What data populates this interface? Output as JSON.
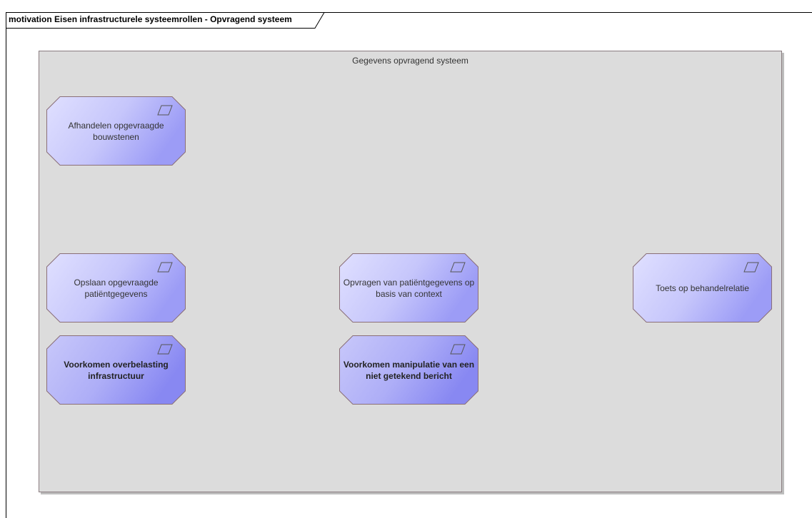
{
  "diagram": {
    "title": "motivation Eisen infrastructurele systeemrollen - Opvragend systeem",
    "group": {
      "label": "Gegevens opvragend systeem"
    },
    "requirements": [
      {
        "id": "r1",
        "label": "Afhandelen opgevraagde bouwstenen",
        "icon": "requirement-parallelogram-icon",
        "bold": false
      },
      {
        "id": "r2",
        "label": "Opslaan opgevraagde patiëntgegevens",
        "icon": "requirement-parallelogram-icon",
        "bold": false
      },
      {
        "id": "r3",
        "label": "Opvragen van patiëntgegevens op basis van context",
        "icon": "requirement-parallelogram-icon",
        "bold": false
      },
      {
        "id": "r4",
        "label": "Toets op behandelrelatie",
        "icon": "requirement-parallelogram-icon",
        "bold": false
      },
      {
        "id": "r5",
        "label": "Voorkomen overbelasting infrastructuur",
        "icon": "requirement-parallelogram-icon",
        "bold": true
      },
      {
        "id": "r6",
        "label": "Voorkomen manipulatie van een niet getekend bericht",
        "icon": "requirement-parallelogram-icon",
        "bold": true
      }
    ],
    "colors": {
      "light_fill_start": "#e0e0ff",
      "light_fill_end": "#9c9cf6",
      "bold_fill_start": "#c8c8fa",
      "bold_fill_end": "#8888f2",
      "border": "#8a6f78",
      "group_fill": "#dcdcdc"
    }
  }
}
